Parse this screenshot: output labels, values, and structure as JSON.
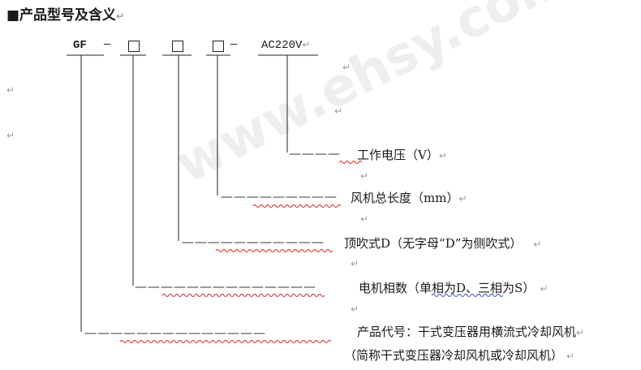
{
  "heading": "■产品型号及含义",
  "code": {
    "prefix": "GF",
    "sep1": "—",
    "sep2": "—",
    "suffix": "AC220V"
  },
  "leader": "——————————————",
  "items": [
    {
      "desc": "工作电压（V）"
    },
    {
      "desc": "风机总长度（mm）"
    },
    {
      "desc": "顶吹式D（无字母“D”为侧吹式）"
    },
    {
      "desc": "电机相数（单相为D、三相为S）"
    },
    {
      "desc": "产品代号：干式变压器用横流式冷却风机",
      "desc2": "（简称干式变压器冷却风机或冷却风机）"
    }
  ],
  "paragraph_mark": "↵",
  "watermark": "www.ehsy.com"
}
